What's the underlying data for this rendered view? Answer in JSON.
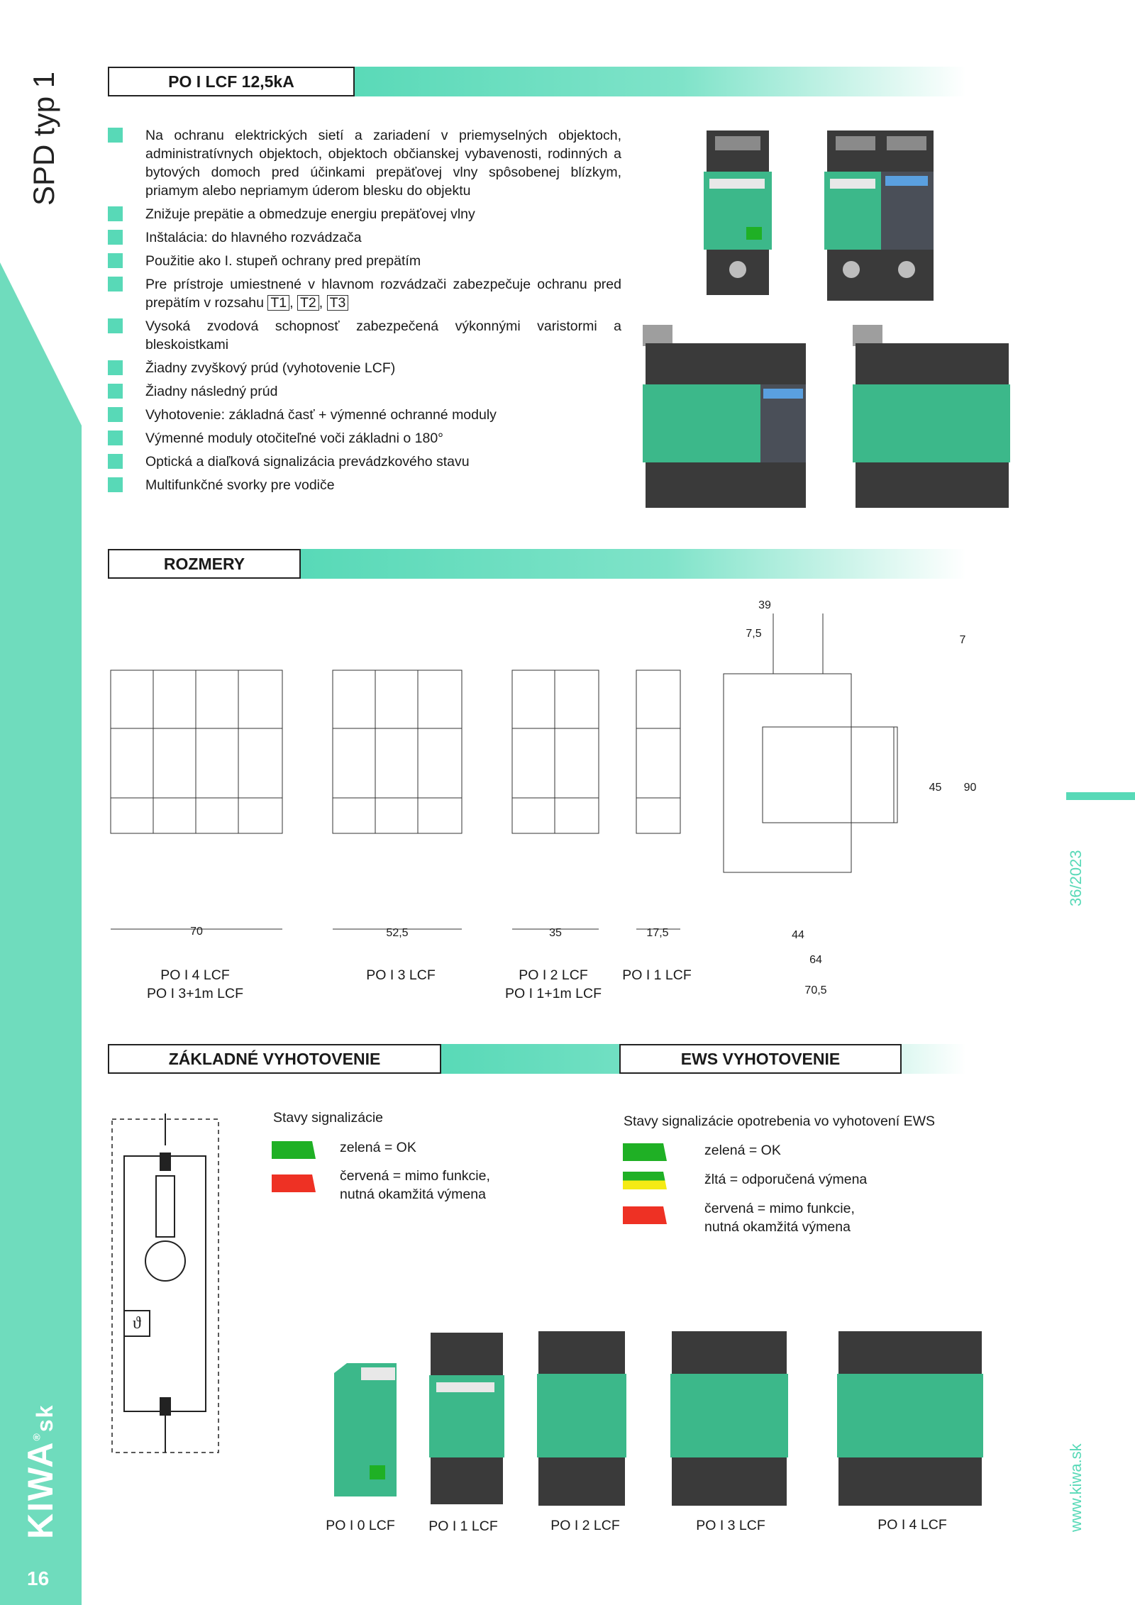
{
  "sidebar": {
    "title": "SPD typ 1",
    "brand": "KIWA",
    "brand_suffix": "sk",
    "page_number": "16"
  },
  "right_margin": {
    "issue": "36/2023",
    "website": "www.kiwa.sk"
  },
  "section1": {
    "title": "PO I LCF 12,5kA",
    "features": [
      "Na ochranu elektrických sietí a zariadení v priemyselných objektoch, administratívnych objektoch, objektoch občianskej vybavenosti, rodinných a bytových domoch pred účinkami prepäťovej vlny spôsobenej blízkym, priamym alebo nepriamym úderom blesku do objektu",
      "Znižuje prepätie a obmedzuje energiu prepäťovej vlny",
      "Inštalácia: do hlavného rozvádzača",
      "Použitie ako I. stupeň ochrany pred prepätím",
      "",
      "Vysoká zvodová schopnosť zabezpečená výkonnými varistormi a bleskoistkami",
      "Žiadny zvyškový prúd (vyhotovenie LCF)",
      "Žiadny následný prúd",
      "Vyhotovenie: základná časť + výmenné ochranné moduly",
      "Výmenné moduly otočiteľné voči základni o 180°",
      "Optická a diaľková signalizácia prevádzkového stavu",
      "Multifunkčné svorky pre vodiče"
    ],
    "range_text": "Pre prístroje umiestnené v hlavnom rozvádzači zabezpečuje ochranu pred prepätím v rozsahu",
    "classes": [
      "T1",
      "T2",
      "T3"
    ]
  },
  "section2": {
    "title": "ROZMERY",
    "widths": [
      "70",
      "52,5",
      "35",
      "17,5"
    ],
    "captions": [
      "PO I 4 LCF",
      "PO I 3+1m LCF",
      "PO I 3 LCF",
      "PO I 2 LCF",
      "PO I 1+1m LCF",
      "PO I 1 LCF"
    ],
    "side_dims": [
      "39",
      "7,5",
      "7",
      "45",
      "90",
      "44",
      "64",
      "70,5"
    ]
  },
  "section3": {
    "title_basic": "ZÁKLADNÉ VYHOTOVENIE",
    "title_ews": "EWS VYHOTOVENIE",
    "basic_heading": "Stavy signalizácie",
    "basic_ok": "zelená = OK",
    "basic_fail_1": "červená = mimo funkcie,",
    "basic_fail_2": "nutná okamžitá výmena",
    "ews_heading": "Stavy signalizácie opotrebenia vo vyhotovení EWS",
    "ews_ok": "zelená = OK",
    "ews_warn": "žltá = odporučená výmena",
    "ews_fail_1": "červená = mimo funkcie,",
    "ews_fail_2": "nutná okamžitá výmena",
    "products": [
      "PO I 0 LCF",
      "PO I 1 LCF",
      "PO I 2 LCF",
      "PO I 3 LCF",
      "PO I 4 LCF"
    ]
  },
  "colors": {
    "accent": "#58d9b7",
    "green": "#1fb025",
    "red": "#ee3124",
    "yellow": "#f5ea14",
    "module": "#3cb88a",
    "dark": "#3a3a3a"
  }
}
